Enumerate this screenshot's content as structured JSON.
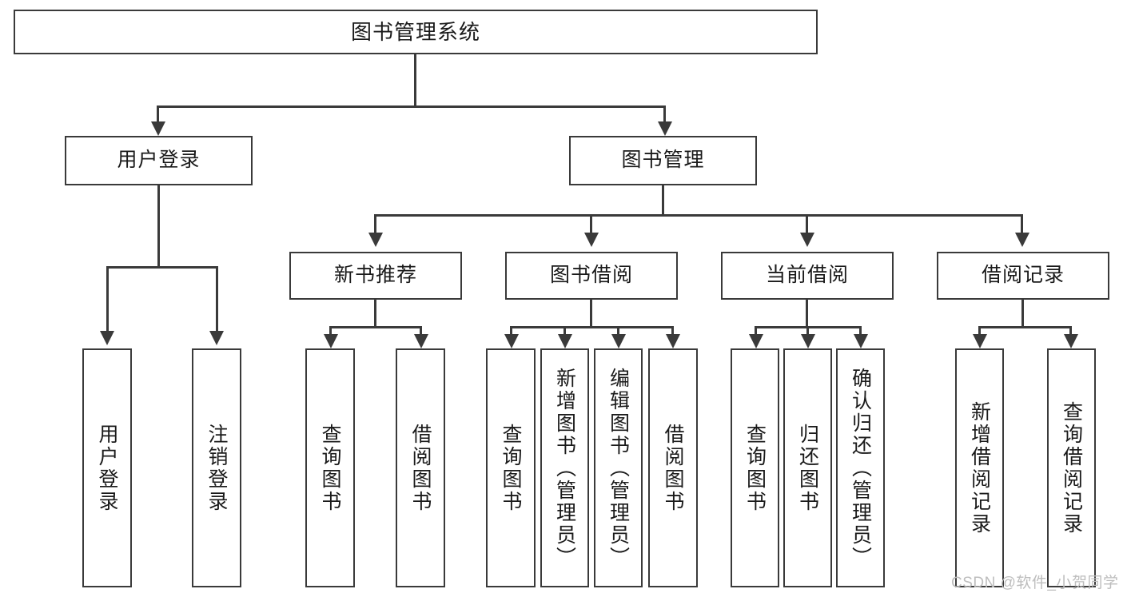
{
  "diagram": {
    "title": "图书管理系统",
    "type": "hierarchy-tree",
    "root": {
      "label": "图书管理系统"
    },
    "level2": [
      {
        "label": "用户登录"
      },
      {
        "label": "图书管理"
      }
    ],
    "level3": [
      {
        "label": "新书推荐"
      },
      {
        "label": "图书借阅"
      },
      {
        "label": "当前借阅"
      },
      {
        "label": "借阅记录"
      }
    ],
    "leaves": {
      "user_login": [
        {
          "label": "用户登录"
        },
        {
          "label": "注销登录"
        }
      ],
      "new_book_recommend": [
        {
          "label": "查询图书"
        },
        {
          "label": "借阅图书"
        }
      ],
      "book_borrow": [
        {
          "label": "查询图书"
        },
        {
          "label": "新增图书（管理员）"
        },
        {
          "label": "编辑图书（管理员）"
        },
        {
          "label": "借阅图书"
        }
      ],
      "current_borrow": [
        {
          "label": "查询图书"
        },
        {
          "label": "归还图书"
        },
        {
          "label": "确认归还（管理员）"
        }
      ],
      "borrow_record": [
        {
          "label": "新增借阅记录"
        },
        {
          "label": "查询借阅记录"
        }
      ]
    }
  },
  "watermark": {
    "text": "CSDN @软件_小贺同学"
  },
  "colors": {
    "line": "#3a3a3a",
    "box_border": "#3a3a3a",
    "background": "#ffffff",
    "text": "#1a1a1a",
    "watermark": "#bdbdbd"
  }
}
